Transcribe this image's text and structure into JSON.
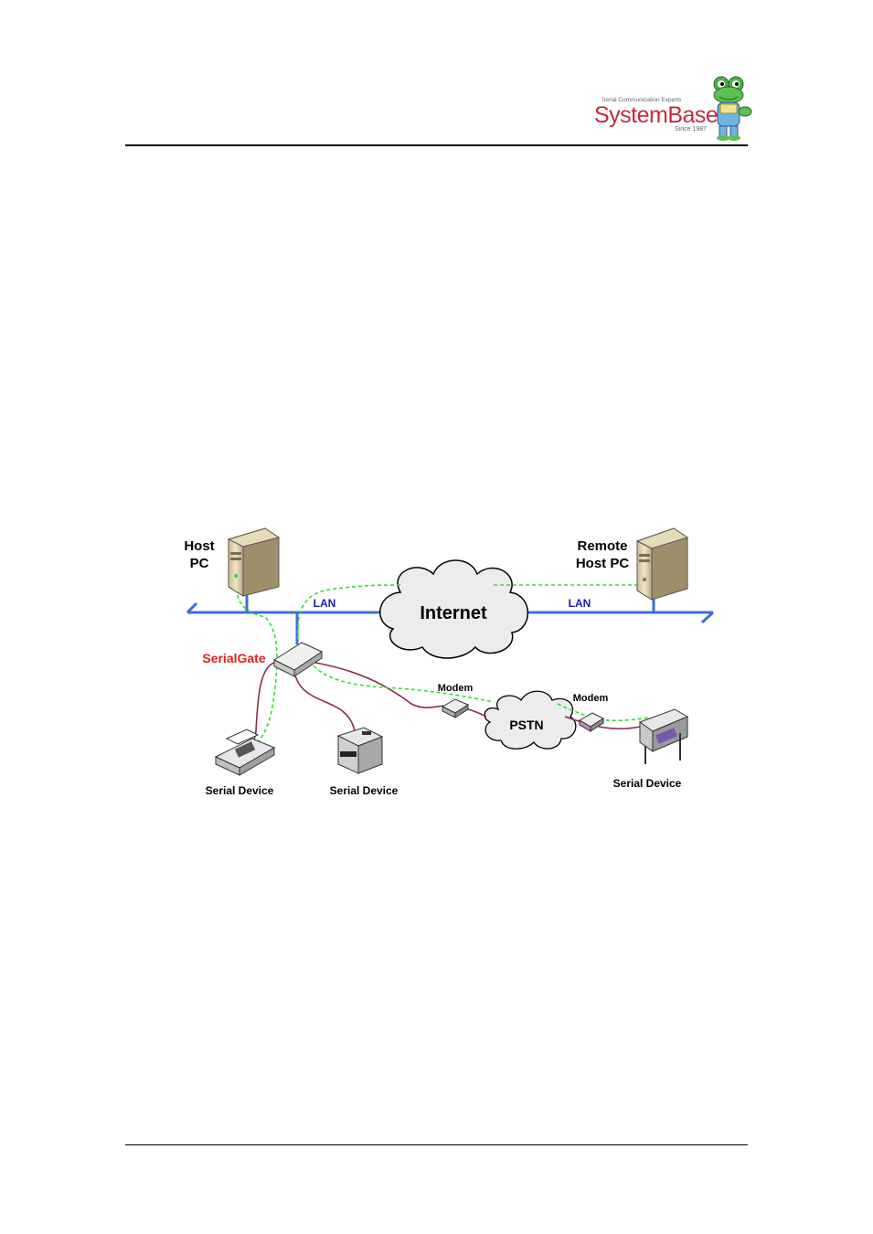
{
  "header": {
    "logo_tagline": "Serial Communication Experts",
    "logo_name": "SystemBase",
    "logo_since": "Since 1987"
  },
  "diagram": {
    "host_pc_line1": "Host",
    "host_pc_line2": "PC",
    "remote_host_line1": "Remote",
    "remote_host_line2": "Host PC",
    "lan_left": "LAN",
    "lan_right": "LAN",
    "internet": "Internet",
    "serialgate": "SerialGate",
    "modem_left": "Modem",
    "modem_right": "Modem",
    "pstn": "PSTN",
    "device_fax": "Serial Device",
    "device_printer": "Serial Device",
    "device_plotter": "Serial Device",
    "colors": {
      "lan_line": "#3a6fd8",
      "dashed_path": "#33dd33",
      "serial_cable": "#8b2a4d",
      "serialgate_label": "#e0201a",
      "lan_label": "#1a1ab0"
    }
  }
}
